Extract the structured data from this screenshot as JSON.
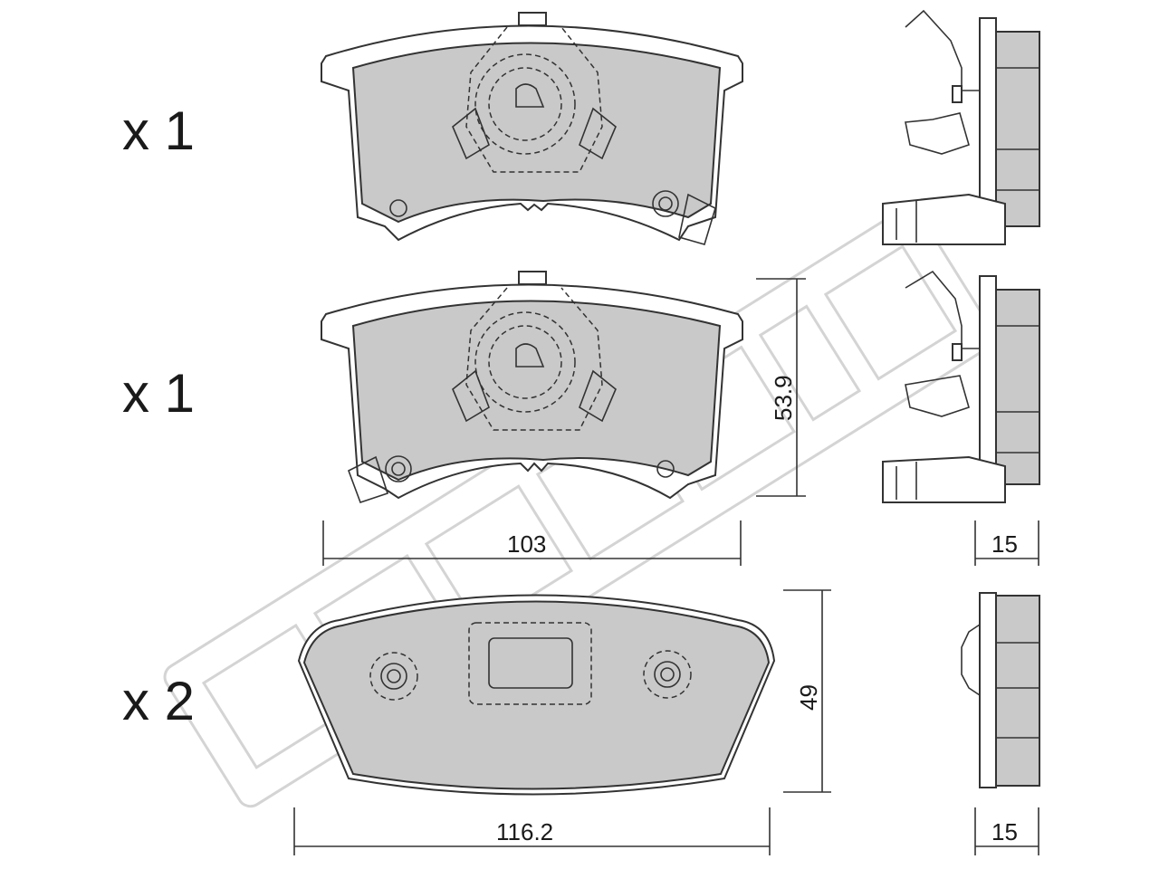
{
  "watermark": {
    "brand": "metelli"
  },
  "quantities": {
    "pad1": "x 1",
    "pad2": "x 1",
    "pad3": "x 2"
  },
  "dimensions": {
    "width_outer": "103",
    "height_outer": "53.9",
    "thickness_outer": "15",
    "width_inner": "116.2",
    "height_inner": "49",
    "thickness_inner": "15"
  },
  "colors": {
    "friction_material": "#c9c9c9",
    "lines": "#333333"
  }
}
